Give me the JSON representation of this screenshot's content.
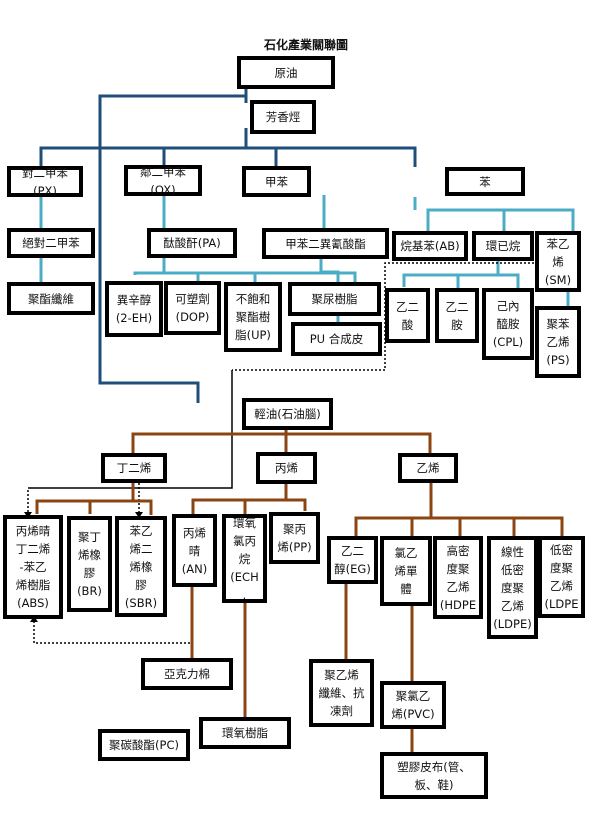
{
  "title": "石化產業關聯圖",
  "colors": {
    "crude_lines": "#1f4e79",
    "aromatic_lines": "#4bacc6",
    "naphtha_lines": "#8b4513",
    "dotted": "#000000"
  },
  "nodes": {
    "crude": "原油",
    "aromatics": "芳香烴",
    "px": "對二甲苯(PX)",
    "ox": "鄰二甲苯(OX)",
    "toluene": "甲苯",
    "benzene": "苯",
    "pure_px": "絕對二甲苯",
    "polyester": "聚酯纖維",
    "pa": "酞酸酐(PA)",
    "tdi": "甲苯二異氰酸酯",
    "ab": "烷基苯(AB)",
    "cyclohexane": "環已烷",
    "sm": "苯乙\n烯\n(SM)",
    "eh": "異辛醇\n(2-EH)",
    "dop": "可塑劑\n(DOP)",
    "up": "不飽和\n聚酯樹\n脂(UP)",
    "pu_resin": "聚尿樹脂",
    "pu_leather": "PU 合成皮",
    "adipic": "乙二\n酸",
    "diamine": "乙二\n胺",
    "cpl": "己內\n醯胺\n(CPL)",
    "ps": "聚苯\n乙烯\n(PS)",
    "naphtha": "輕油(石油腦)",
    "butadiene": "丁二烯",
    "propylene": "丙烯",
    "ethylene": "乙烯",
    "abs": "丙烯晴\n丁二烯\n-苯乙\n烯樹脂\n(ABS)",
    "br": "聚丁\n烯橡\n膠\n(BR)",
    "sbr": "苯乙\n烯二\n烯橡\n膠\n(SBR)",
    "an": "丙烯\n晴\n(AN)",
    "ech": "環氧\n氯丙\n烷\n(ECH\n.",
    "pp": "聚丙\n烯(PP)",
    "eg": "乙二\n醇(EG)",
    "vcm": "氯乙\n烯單\n體",
    "hdpe": "高密\n度聚\n乙烯\n(HDPE",
    "lldpe": "線性\n低密\n度聚\n乙烯\n(LDPE)",
    "ldpe": "低密\n度聚\n乙烯\n(LDPE",
    "acrylic": "亞克力棉",
    "epoxy": "環氧樹脂",
    "pc": "聚碳酸酯(PC)",
    "pe_fiber": "聚乙烯\n纖維、抗\n凍劑",
    "pvc": "聚氯乙\n烯(PVC)",
    "plastic": "塑膠皮布(管、\n板、鞋)"
  }
}
